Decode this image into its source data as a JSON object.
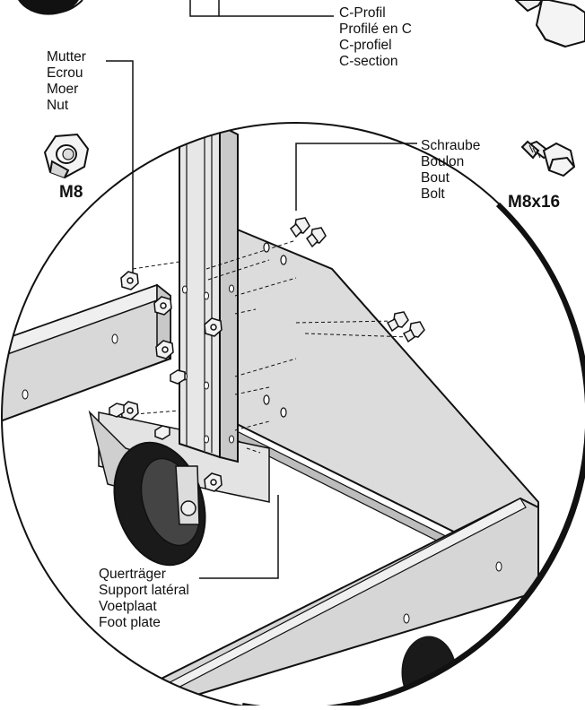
{
  "labels": {
    "c_profile": [
      "C-Profil",
      "Profilé en C",
      "C-profiel",
      "C-section"
    ],
    "nut": [
      "Mutter",
      "Ecrou",
      "Moer",
      "Nut"
    ],
    "bolt": [
      "Schraube",
      "Boulon",
      "Bout",
      "Bolt"
    ],
    "foot_plate": [
      "Querträger",
      "Support latéral",
      "Voetplaat",
      "Foot plate"
    ]
  },
  "sizes": {
    "nut": "M8",
    "bolt": "M8x16"
  },
  "colors": {
    "line": "#111111",
    "plate": "#dcdcdc",
    "plate_dark": "#bdbdbd",
    "background": "#ffffff"
  }
}
